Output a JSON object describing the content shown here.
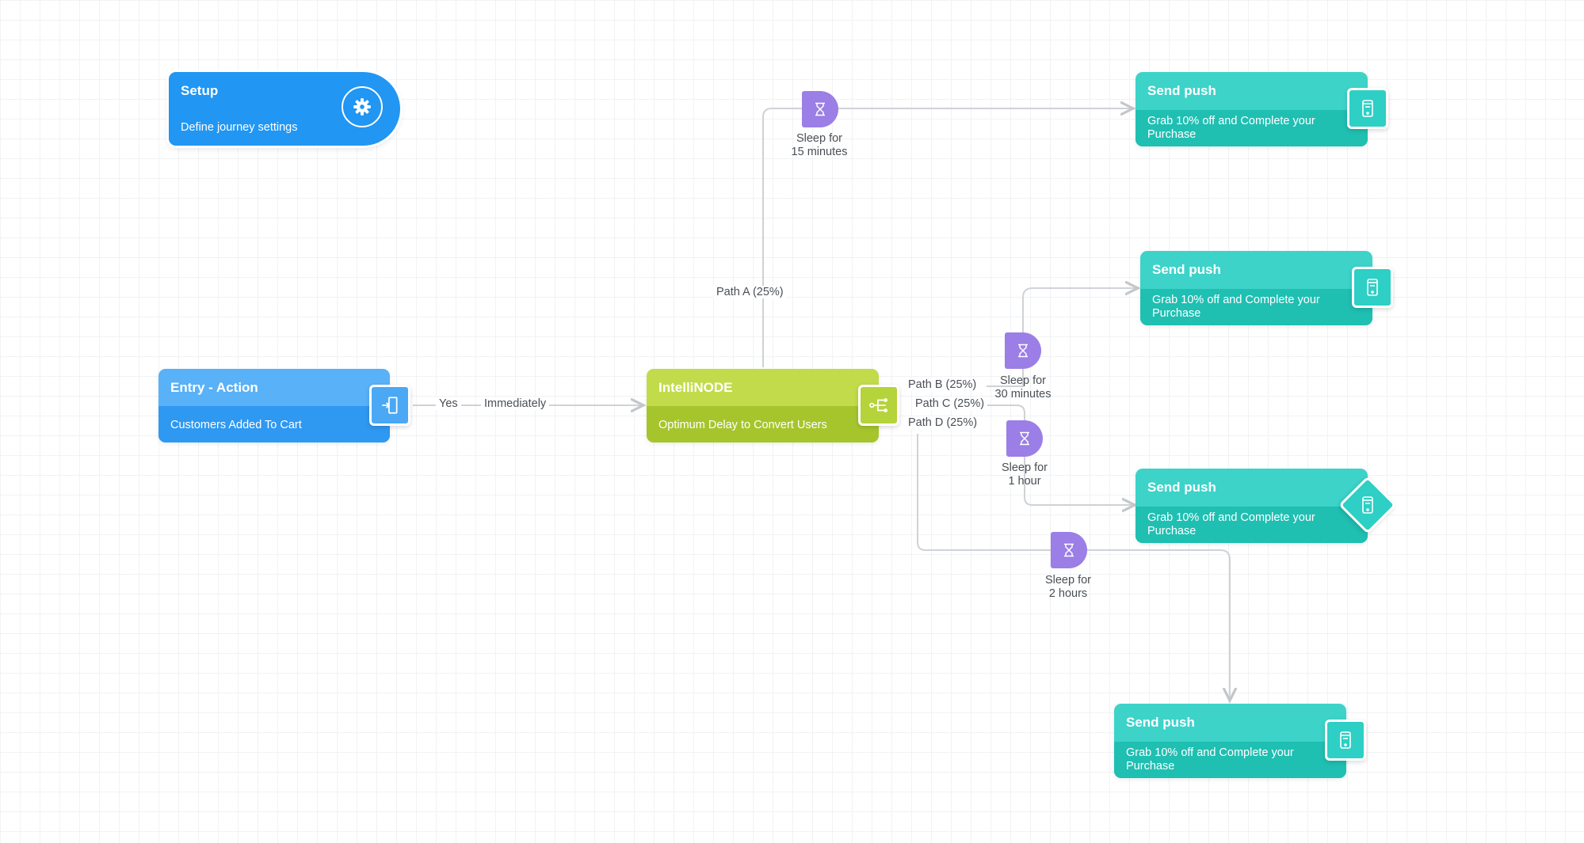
{
  "setup": {
    "title": "Setup",
    "subtitle": "Define journey settings",
    "icon": "gear-icon",
    "color": "#2196f3"
  },
  "entry": {
    "title": "Entry - Action",
    "subtitle": "Customers Added To Cart",
    "icon": "entry-icon",
    "color": "#4aa8f5"
  },
  "edge_entry": {
    "yes": "Yes",
    "immediately": "Immediately"
  },
  "intellinode": {
    "title": "IntelliNODE",
    "subtitle": "Optimum Delay to Convert Users",
    "icon": "split-icon",
    "color": "#b5d33a"
  },
  "paths": {
    "a": "Path A (25%)",
    "b": "Path B (25%)",
    "c": "Path C (25%)",
    "d": "Path D (25%)"
  },
  "sleeps": {
    "a": "Sleep for\n15 minutes",
    "b": "Sleep for\n30 minutes",
    "c": "Sleep for\n1 hour",
    "d": "Sleep for\n2 hours"
  },
  "pushes": [
    {
      "title": "Send push",
      "subtitle": "Grab 10% off and Complete your Purchase",
      "icon": "mobile-icon"
    },
    {
      "title": "Send push",
      "subtitle": "Grab 10% off and Complete your Purchase",
      "icon": "mobile-icon"
    },
    {
      "title": "Send push",
      "subtitle": "Grab 10% off and Complete your Purchase",
      "icon": "mobile-icon"
    },
    {
      "title": "Send push",
      "subtitle": "Grab 10% off and Complete your Purchase",
      "icon": "mobile-icon"
    }
  ],
  "colors": {
    "push": "#2ecfc4",
    "push_band": "#22bdb2",
    "sleep": "#9b7ee6",
    "connector": "#c9ccd1"
  }
}
